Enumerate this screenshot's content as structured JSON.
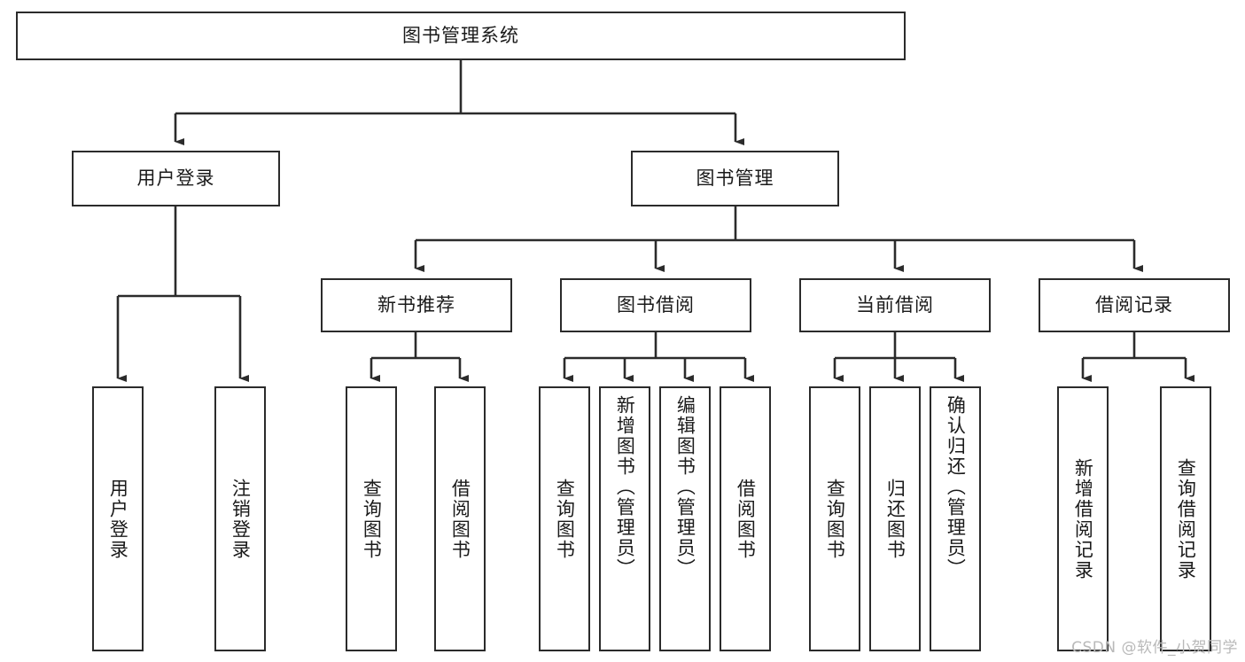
{
  "diagram": {
    "type": "tree",
    "title": "图书管理系统",
    "watermark": "CSDN @软件_小贺同学",
    "colors": {
      "box_border": "#2b2b2b",
      "box_fill": "#ffffff",
      "connector": "#2b2b2b",
      "text": "#1a1a1a",
      "watermark": "#b9b9b9"
    },
    "root": {
      "label": "图书管理系统"
    },
    "level2": [
      {
        "label": "用户登录"
      },
      {
        "label": "图书管理"
      }
    ],
    "level3": [
      {
        "label": "新书推荐"
      },
      {
        "label": "图书借阅"
      },
      {
        "label": "当前借阅"
      },
      {
        "label": "借阅记录"
      }
    ],
    "leaves": {
      "user_login": [
        {
          "label": "用户登录"
        },
        {
          "label": "注销登录"
        }
      ],
      "new_book": [
        {
          "label": "查询图书"
        },
        {
          "label": "借阅图书"
        }
      ],
      "book_borrow": [
        {
          "label": "查询图书"
        },
        {
          "label": "新增图书（管理员）"
        },
        {
          "label": "编辑图书（管理员）"
        },
        {
          "label": "借阅图书"
        }
      ],
      "current_borrow": [
        {
          "label": "查询图书"
        },
        {
          "label": "归还图书"
        },
        {
          "label": "确认归还（管理员）"
        }
      ],
      "borrow_record": [
        {
          "label": "新增借阅记录"
        },
        {
          "label": "查询借阅记录"
        }
      ]
    }
  }
}
